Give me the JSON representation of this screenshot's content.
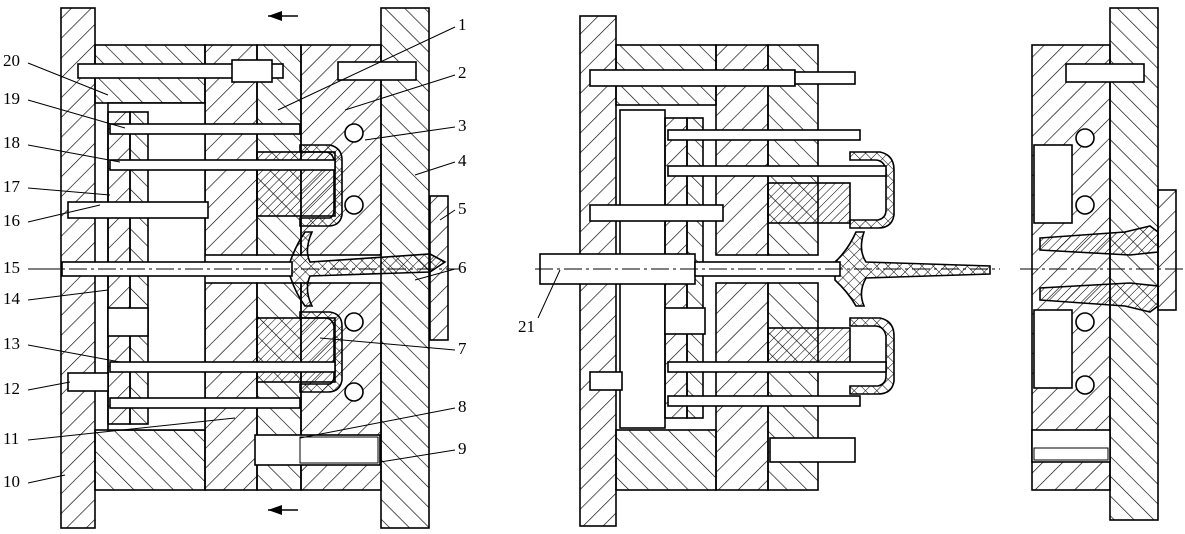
{
  "labels_right": [
    "1",
    "2",
    "3",
    "4",
    "5",
    "6",
    "7",
    "8",
    "9"
  ],
  "labels_left": [
    "20",
    "19",
    "18",
    "17",
    "16",
    "15",
    "14",
    "13",
    "12",
    "11",
    "10"
  ],
  "label_middle": "21",
  "colors": {
    "ink": "#000000",
    "paper": "#ffffff"
  }
}
